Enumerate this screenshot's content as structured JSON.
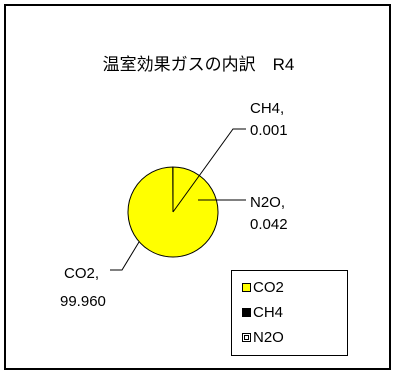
{
  "chart_data": {
    "type": "pie",
    "title": "温室効果ガスの内訳　R4",
    "categories": [
      "CO2",
      "CH4",
      "N2O"
    ],
    "values": [
      99.96,
      0.001,
      0.042
    ],
    "data_labels": [
      {
        "name": "CO2,",
        "value": "99.960"
      },
      {
        "name": "CH4,",
        "value": "0.001"
      },
      {
        "name": "N2O,",
        "value": "0.042"
      }
    ],
    "legend": {
      "placement": "bottom-right",
      "items": [
        "CO2",
        "CH4",
        "N2O"
      ]
    },
    "colors": {
      "CO2": "#ffff00",
      "CH4": "#000000",
      "N2O": "#ffffff",
      "outline": "#000000"
    }
  }
}
